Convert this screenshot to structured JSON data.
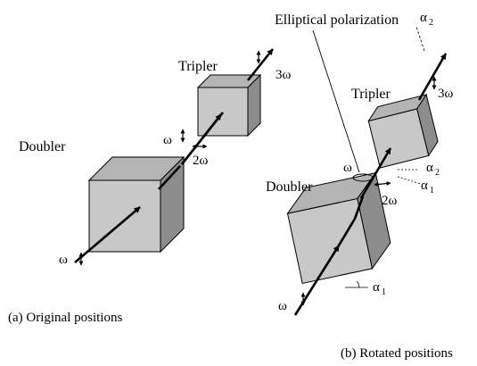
{
  "panel_a": {
    "caption": "(a) Original positions",
    "tripler_label": "Tripler",
    "doubler_label": "Doubler",
    "omega_in": "ω",
    "omega_mid": "ω",
    "two_omega": "2ω",
    "three_omega": "3ω"
  },
  "panel_b": {
    "caption": "(b) Rotated positions",
    "elliptical_label": "Elliptical polarization",
    "tripler_label": "Tripler",
    "doubler_label": "Doubler",
    "omega_in": "ω",
    "omega_mid": "ω",
    "two_omega": "2ω",
    "three_omega": "3ω",
    "alpha": "α",
    "alpha1_sub": "1",
    "alpha2_sub": "2"
  },
  "colors": {
    "cube_front": "#c8c8c8",
    "cube_top": "#b4b4b4",
    "cube_side": "#8c8c8c",
    "stroke": "#000000"
  }
}
